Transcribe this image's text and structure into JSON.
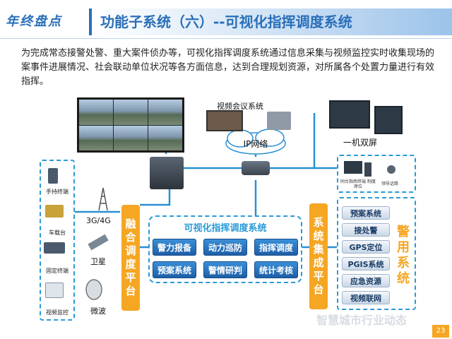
{
  "header": {
    "brand": "年终盘点",
    "title": "功能子系统（六）--可视化指挥调度系统"
  },
  "intro": "为完成常态接警处警、重大案件侦办等，可视化指挥调度系统通过信息采集与视频监控实时收集现场的案事件进展情况、社会联动单位状况等各方面信息，达到合理规划资源，对所属各个处置力量进行有效指挥。",
  "network": {
    "video_conf_label": "视频会议系统",
    "ip_label": "IP网络",
    "dual_screen_label": "一机双屏"
  },
  "left_terminals": [
    {
      "label": "手持终端",
      "icon": "handheld-terminal-icon"
    },
    {
      "label": "车载台",
      "icon": "vehicle-radio-icon"
    },
    {
      "label": "固定终端",
      "icon": "fixed-terminal-icon"
    },
    {
      "label": "视频监控",
      "icon": "video-camera-icon"
    }
  ],
  "links": [
    {
      "label": "3G/4G",
      "icon": "cell-tower-icon"
    },
    {
      "label": "卫星",
      "icon": "satellite-icon"
    },
    {
      "label": "微波",
      "icon": "microwave-dish-icon"
    }
  ],
  "fusion_platform": "融合调度平台",
  "integration_platform": "系统集成平台",
  "center": {
    "title": "可视化指挥调度系统",
    "modules": [
      "警力报备",
      "动力巡防",
      "指挥调度",
      "预案系统",
      "警情研判",
      "统计考核"
    ]
  },
  "right_top": {
    "workstation_label": "同台指挥终端 制度席位",
    "phone_label": "领导话筒"
  },
  "police_systems": {
    "label": "警用系统",
    "items": [
      "预案系统",
      "接处警",
      "GPS定位",
      "PGIS系统",
      "应急资源",
      "视频联网"
    ]
  },
  "watermark": "智慧城市行业动态",
  "page_number": "23",
  "colors": {
    "accent_blue": "#2a6fb8",
    "orange": "#f5a623",
    "dashed_border": "#2a9ad6"
  }
}
